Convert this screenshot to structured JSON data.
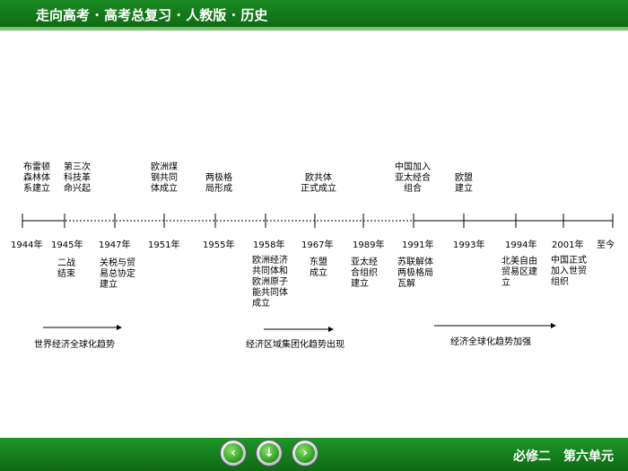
{
  "header": {
    "title": "走向高考 · 高考总复习 · 人教版 · 历史"
  },
  "footer": {
    "label": "必修二　第六单元"
  },
  "nav": {
    "prev": "‹",
    "down": "↓",
    "next": "›"
  },
  "colors": {
    "bar": "#0f6a15",
    "accent": "#7dc36f"
  },
  "timeline": {
    "years": [
      "1944年",
      "1945年",
      "1947年",
      "1951年",
      "1955年",
      "1958年",
      "1967年",
      "1989年",
      "1991年",
      "1993年",
      "1994年",
      "2001年",
      "至今"
    ],
    "above": [
      "布雷顿\n森林体\n系建立",
      "第三次\n科技革\n命兴起",
      "欧洲煤\n钢共同\n体成立",
      "两极格\n局形成",
      "欧共体\n正式成立",
      "中国加入\n亚太经合\n组合",
      "欧盟\n建立"
    ],
    "below": [
      "二战\n结束",
      "关税与贸\n易总协定\n建立",
      "欧洲经济\n共同体和\n欧洲原子\n能共同体\n成立",
      "东盟\n成立",
      "亚太经\n合组织\n建立",
      "苏联解体\n两极格局\n瓦解",
      "北美自由\n贸易区建\n立",
      "中国正式\n加入世贸\n组织"
    ],
    "trends": [
      "世界经济全球化趋势",
      "经济区域集团化趋势出现",
      "经济全球化趋势加强"
    ]
  }
}
